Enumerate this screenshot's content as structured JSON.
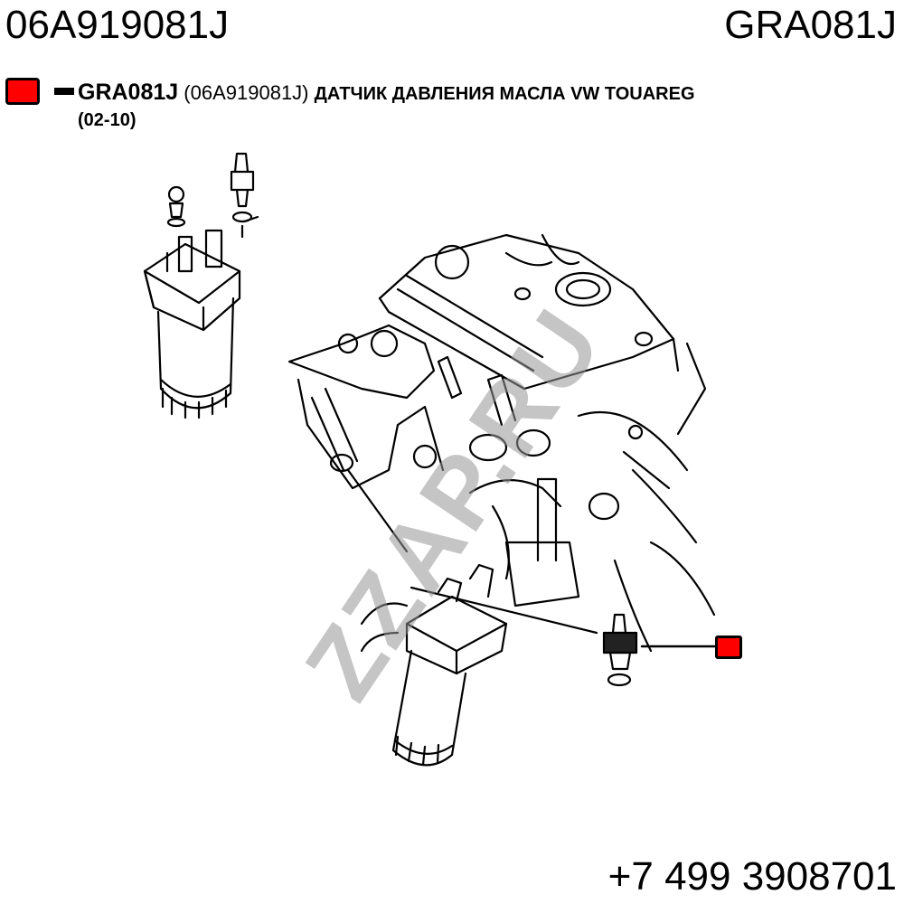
{
  "header": {
    "oem_number": "06A919081J",
    "part_code": "GRA081J"
  },
  "legend": {
    "marker_color": "#ff0000",
    "code": "GRA081J",
    "oem": "(06A919081J)",
    "description": "ДАТЧИК ДАВЛЕНИЯ МАСЛА VW TOUAREG",
    "years": "(02-10)"
  },
  "watermark": "ZZAP.RU",
  "footer": {
    "phone": "+7 499 3908701"
  }
}
